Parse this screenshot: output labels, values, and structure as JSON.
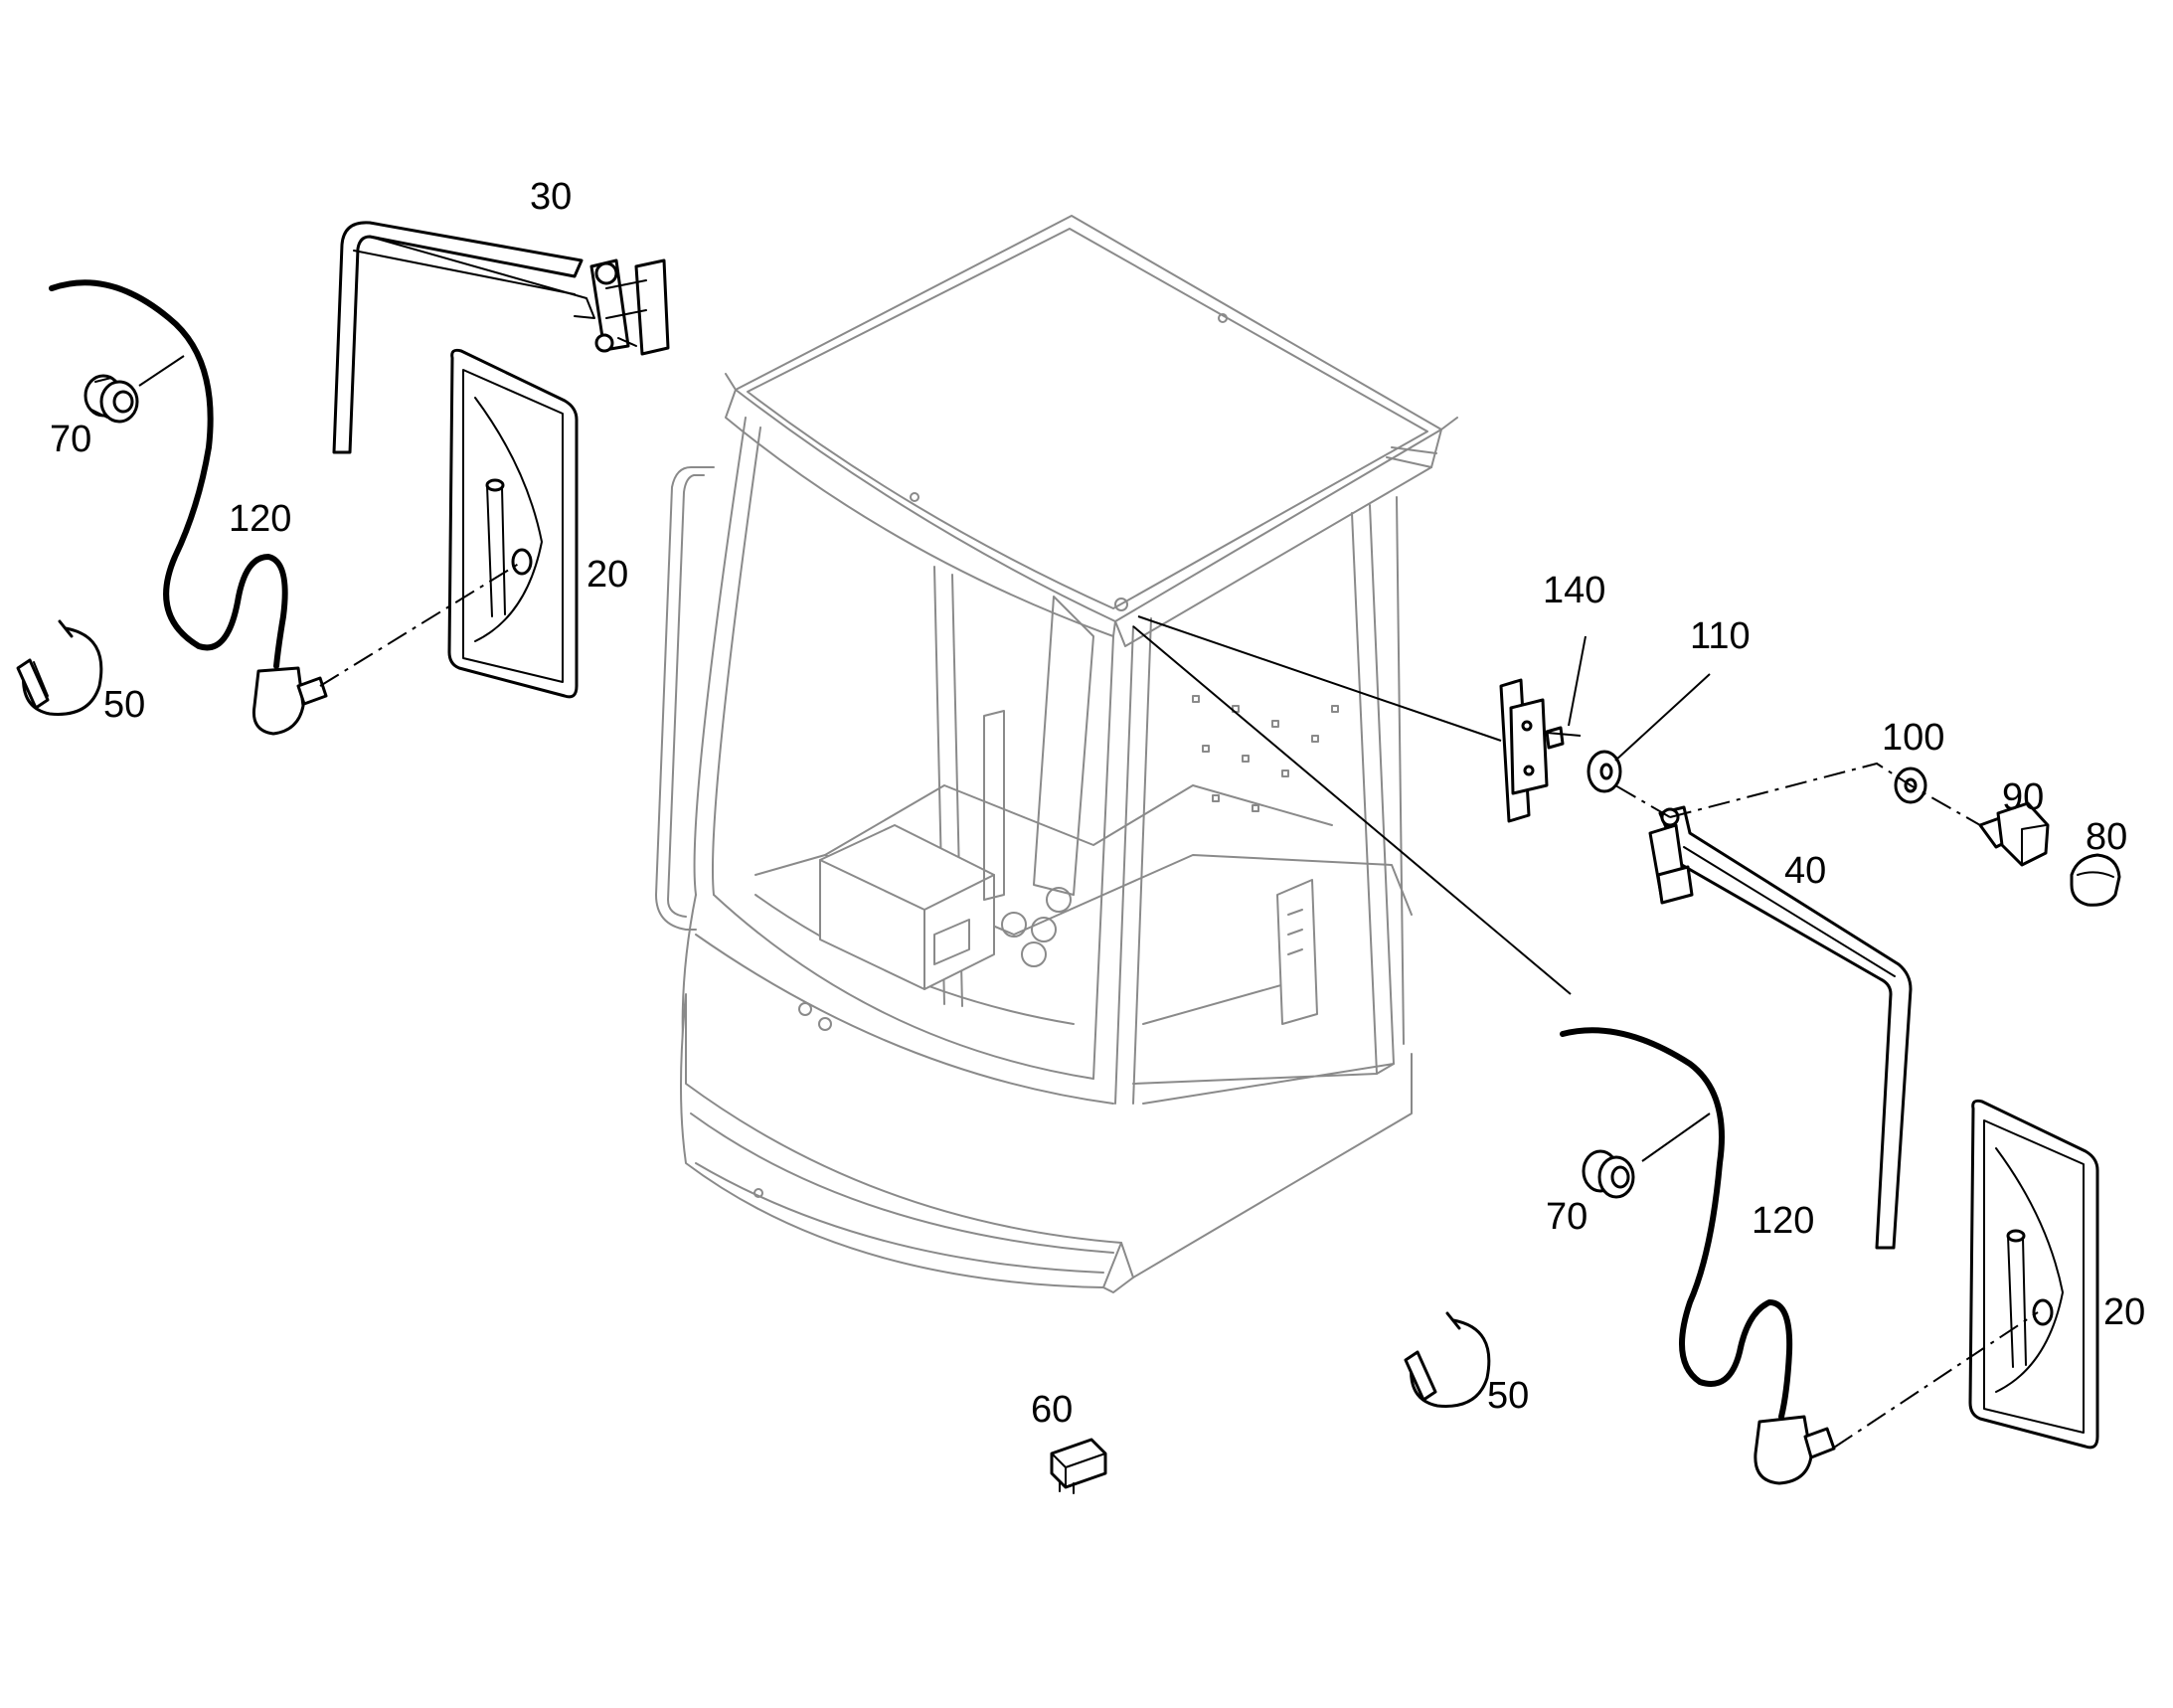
{
  "diagram": {
    "labels": {
      "l30": "30",
      "l70a": "70",
      "l120a": "120",
      "l20a": "20",
      "l50a": "50",
      "l140": "140",
      "l110": "110",
      "l100": "100",
      "l90": "90",
      "l80": "80",
      "l40": "40",
      "l70b": "70",
      "l120b": "120",
      "l20b": "20",
      "l50b": "50",
      "l60": "60"
    }
  }
}
